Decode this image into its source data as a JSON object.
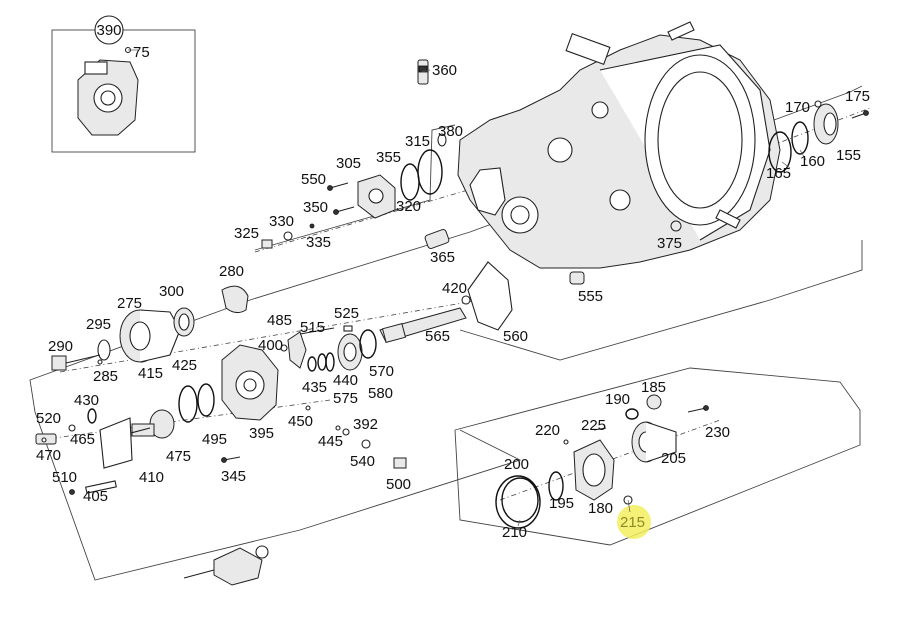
{
  "diagram": {
    "highlight_color": "#f3ef5e",
    "labels": {
      "p390": "390",
      "p75": "75",
      "p360": "360",
      "p380": "380",
      "p315": "315",
      "p355": "355",
      "p305": "305",
      "p550": "550",
      "p350": "350",
      "p320": "320",
      "p330": "330",
      "p325": "325",
      "p335": "335",
      "p365": "365",
      "p375": "375",
      "p170": "170",
      "p175": "175",
      "p165": "165",
      "p160": "160",
      "p155": "155",
      "p280": "280",
      "p275": "275",
      "p300": "300",
      "p295": "295",
      "p290": "290",
      "p285": "285",
      "p485": "485",
      "p515": "515",
      "p525": "525",
      "p420": "420",
      "p560": "560",
      "p555": "555",
      "p565": "565",
      "p400": "400",
      "p415": "415",
      "p425": "425",
      "p435": "435",
      "p440": "440",
      "p570": "570",
      "p575": "575",
      "p580": "580",
      "p430": "430",
      "p520": "520",
      "p465": "465",
      "p470": "470",
      "p475": "475",
      "p495": "495",
      "p395": "395",
      "p450": "450",
      "p392": "392",
      "p445": "445",
      "p540": "540",
      "p500": "500",
      "p410": "410",
      "p345": "345",
      "p510": "510",
      "p405": "405",
      "p190": "190",
      "p185": "185",
      "p220": "220",
      "p225": "225",
      "p230": "230",
      "p200": "200",
      "p205": "205",
      "p195": "195",
      "p180": "180",
      "p210": "210",
      "p215": "215"
    }
  }
}
